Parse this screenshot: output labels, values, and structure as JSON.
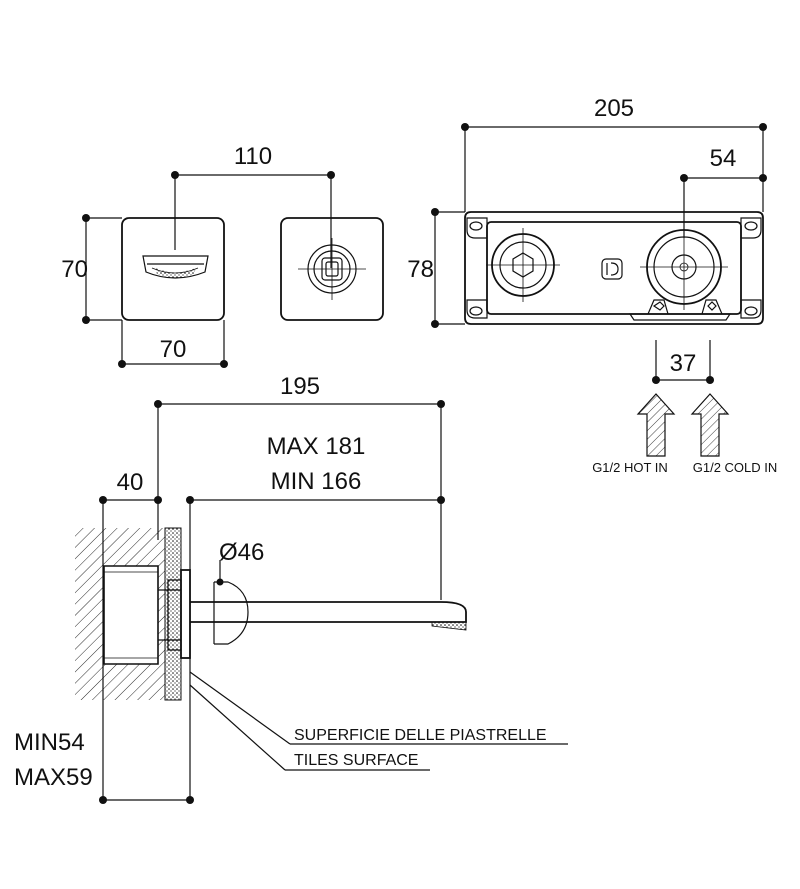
{
  "dimensions": {
    "width_top": "110",
    "plate_height": "70",
    "plate_width": "70",
    "box_width": "205",
    "box_offset": "54",
    "box_height": "78",
    "inlet_spacing": "37",
    "spout_total": "195",
    "spout_max": "MAX 181",
    "spout_min": "MIN 166",
    "wall_depth": "40",
    "spout_diameter": "Ø46",
    "embed_min": "MIN54",
    "embed_max": "MAX59"
  },
  "labels": {
    "hot_in": "G1/2 HOT IN",
    "cold_in": "G1/2 COLD IN",
    "surface_it": "SUPERFICIE DELLE PIASTRELLE",
    "surface_en": "TILES SURFACE"
  },
  "colors": {
    "line": "#111111",
    "background": "#ffffff"
  }
}
